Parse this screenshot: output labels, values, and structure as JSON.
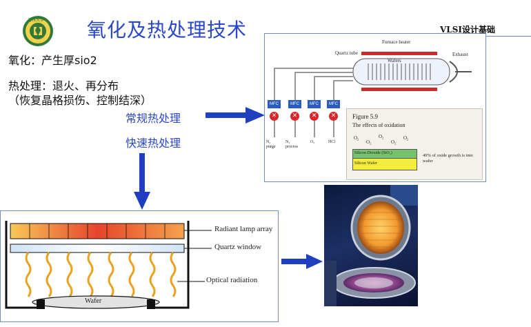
{
  "header": {
    "title": "氧化及热处理技术",
    "brand": "VLSI设计基础",
    "logo_text": "吉林大学"
  },
  "body": {
    "line1": "氧化：产生厚sio2",
    "line2": "热处理：退火、再分布",
    "line3": "（恢复晶格损伤、控制结深）",
    "normal_heat": "常规热处理",
    "rapid_heat": "快速热处理"
  },
  "furnace_diagram": {
    "furnace_heater": "Furnace heater",
    "quartz_tube": "Quartz tube",
    "wafers": "Wafers",
    "exhaust": "Exhaust",
    "mfc": [
      "MFC",
      "MFC",
      "MFC",
      "MFC"
    ],
    "gases": [
      "N₂\npurge",
      "N₂\nprocess",
      "O₂",
      "HCl"
    ],
    "figure_title": "Figure 5.9",
    "figure_caption": "The effects of oxidation",
    "oxide_label": "Silicon Dioxide (SiO₂)",
    "wafer_label": "Silicon Wafer",
    "growth_note": "49% of oxide growth is into wafer",
    "o2_label": "O₂"
  },
  "rtp_diagram": {
    "lamp": "Radiant lamp array",
    "window": "Quartz window",
    "radiation": "Optical radiation",
    "wafer": "Wafer"
  },
  "colors": {
    "title_blue": "#2a47c8",
    "arrow_blue": "#1f3fc0",
    "mfc_blue": "#2a5bbf",
    "valve_red": "#d8262a"
  }
}
